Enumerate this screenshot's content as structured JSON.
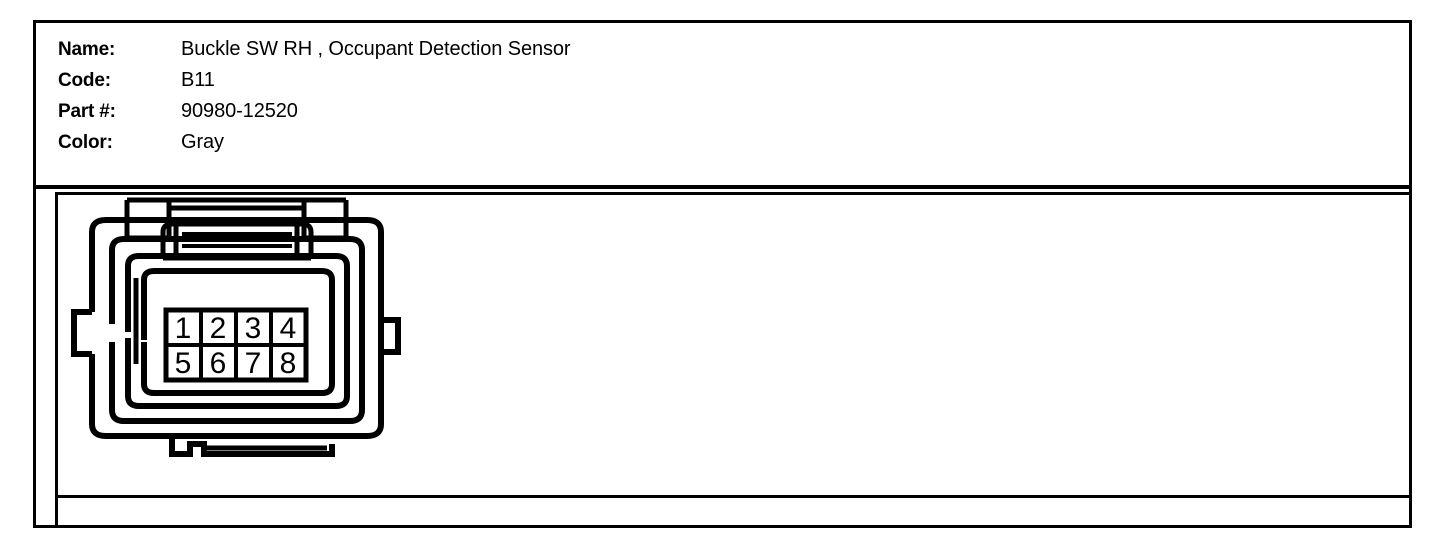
{
  "card": {
    "spec_rows": [
      {
        "label": "Name:",
        "value": "Buckle SW RH , Occupant Detection Sensor"
      },
      {
        "label": "Code:",
        "value": "B11"
      },
      {
        "label": "Part #:",
        "value": "90980-12520"
      },
      {
        "label": "Color:",
        "value": "Gray"
      }
    ]
  },
  "diagram": {
    "kind": "automotive-connector-face-view",
    "cavity_count": 8,
    "rows": [
      {
        "pins": [
          "1",
          "2",
          "3",
          "4"
        ]
      },
      {
        "pins": [
          "5",
          "6",
          "7",
          "8"
        ]
      }
    ],
    "colors": {
      "line": "#000000",
      "background": "#ffffff"
    }
  }
}
